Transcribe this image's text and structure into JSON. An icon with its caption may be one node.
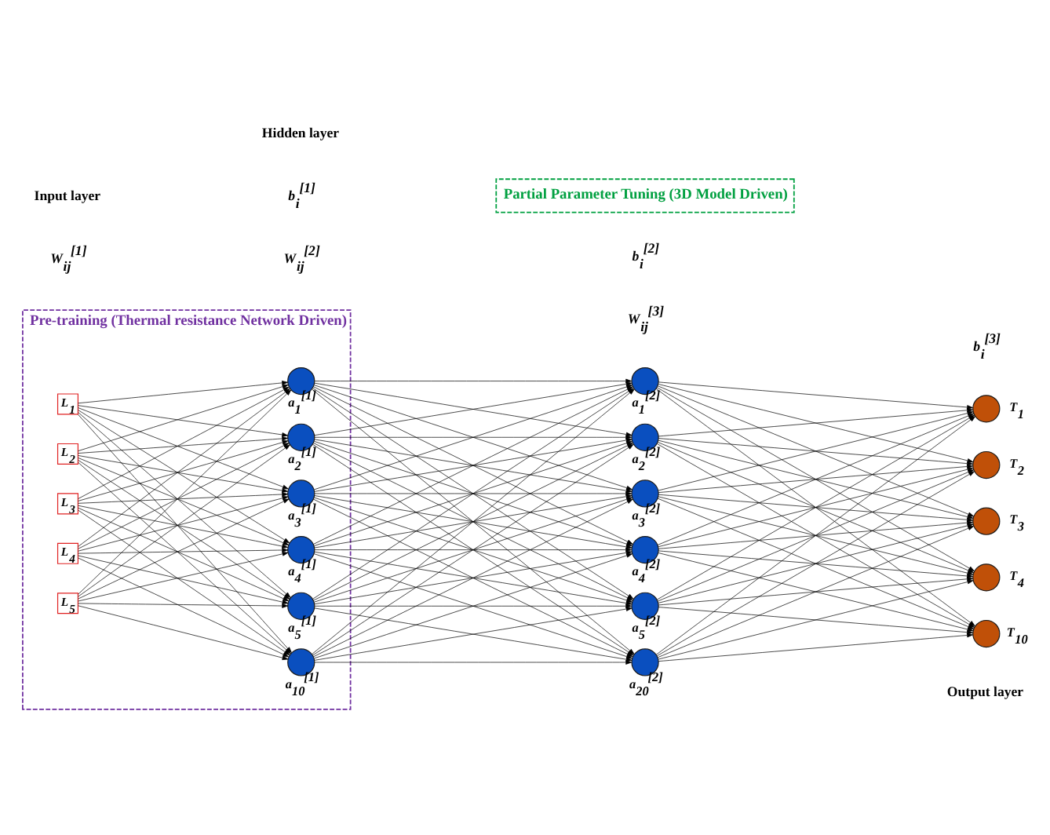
{
  "diagram": {
    "nodes": [
      {
        "text": [
          "Pre-training (Thermal resistance Network Driven)"
        ]
      },
      {
        "text": [
          "Partial Parameter Tuning (3D Model Driven)"
        ]
      },
      {
        "text": [
          "L$_{1}$"
        ],
        "in": 0
      },
      {
        "text": [
          "L$_{2}$"
        ],
        "in": 0
      },
      {
        "text": [
          "L$_{3}$"
        ],
        "in": 0
      },
      {
        "text": [
          "L$_{4}$"
        ],
        "in": 0
      },
      {
        "text": [
          "L$_{5}$"
        ],
        "in": 0
      },
      {
        "text": [],
        "shape": "circle",
        "beside": [
          "a$_{1}$$^{[1]}$"
        ],
        "in": 0
      },
      {
        "text": [],
        "shape": "circle",
        "beside": [
          "a$_{2}$$^{[1]}$"
        ],
        "in": 0
      },
      {
        "text": [],
        "shape": "circle",
        "beside": [
          "a$_{3}$$^{[1]}$"
        ],
        "in": 0
      },
      {
        "text": [],
        "shape": "circle",
        "beside": [
          "a$_{4}$$^{[1]}$"
        ],
        "in": 0
      },
      {
        "text": [],
        "shape": "circle",
        "beside": [
          "a$_{5}$$^{[1]}$"
        ],
        "in": 0
      },
      {
        "text": [],
        "shape": "circle",
        "beside": [
          "a$_{10}$$^{[1]}$"
        ],
        "in": 0
      },
      {
        "text": [],
        "shape": "circle",
        "beside": [
          "a$_{1}$$^{[2]}$"
        ]
      },
      {
        "text": [],
        "shape": "circle",
        "beside": [
          "a$_{2}$$^{[2]}$"
        ]
      },
      {
        "text": [],
        "shape": "circle",
        "beside": [
          "a$_{3}$$^{[2]}$"
        ]
      },
      {
        "text": [],
        "shape": "circle",
        "beside": [
          "a$_{4}$$^{[2]}$"
        ]
      },
      {
        "text": [],
        "shape": "circle",
        "beside": [
          "a$_{5}$$^{[2]}$"
        ]
      },
      {
        "text": [],
        "shape": "circle",
        "beside": [
          "a$_{20}$$^{[2]}$"
        ]
      },
      {
        "text": [],
        "shape": "circle",
        "beside": [
          "T$_{1}$"
        ]
      },
      {
        "text": [],
        "shape": "circle",
        "beside": [
          "T$_{2}$"
        ]
      },
      {
        "text": [],
        "shape": "circle",
        "beside": [
          "T$_{3}$"
        ]
      },
      {
        "text": [],
        "shape": "circle",
        "beside": [
          "T$_{4}$"
        ]
      },
      {
        "text": [],
        "shape": "circle",
        "beside": [
          "T$_{10}$"
        ]
      }
    ],
    "edges": [
      {
        "from": 2,
        "to": 7,
        "arrow": "to"
      },
      {
        "from": 2,
        "to": 8,
        "arrow": "to"
      },
      {
        "from": 2,
        "to": 9,
        "arrow": "to"
      },
      {
        "from": 2,
        "to": 10,
        "arrow": "to"
      },
      {
        "from": 2,
        "to": 11,
        "arrow": "to"
      },
      {
        "from": 2,
        "to": 12,
        "arrow": "to"
      },
      {
        "from": 3,
        "to": 7,
        "arrow": "to"
      },
      {
        "from": 3,
        "to": 8,
        "arrow": "to"
      },
      {
        "from": 3,
        "to": 9,
        "arrow": "to"
      },
      {
        "from": 3,
        "to": 10,
        "arrow": "to"
      },
      {
        "from": 3,
        "to": 11,
        "arrow": "to"
      },
      {
        "from": 3,
        "to": 12,
        "arrow": "to"
      },
      {
        "from": 4,
        "to": 7,
        "arrow": "to"
      },
      {
        "from": 4,
        "to": 8,
        "arrow": "to"
      },
      {
        "from": 4,
        "to": 9,
        "arrow": "to"
      },
      {
        "from": 4,
        "to": 10,
        "arrow": "to"
      },
      {
        "from": 4,
        "to": 11,
        "arrow": "to"
      },
      {
        "from": 4,
        "to": 12,
        "arrow": "to"
      },
      {
        "from": 5,
        "to": 7,
        "arrow": "to"
      },
      {
        "from": 5,
        "to": 8,
        "arrow": "to"
      },
      {
        "from": 5,
        "to": 9,
        "arrow": "to"
      },
      {
        "from": 5,
        "to": 10,
        "arrow": "to"
      },
      {
        "from": 5,
        "to": 11,
        "arrow": "to"
      },
      {
        "from": 5,
        "to": 12,
        "arrow": "to"
      },
      {
        "from": 6,
        "to": 7,
        "arrow": "to"
      },
      {
        "from": 6,
        "to": 8,
        "arrow": "to"
      },
      {
        "from": 6,
        "to": 9,
        "arrow": "to"
      },
      {
        "from": 6,
        "to": 10,
        "arrow": "to"
      },
      {
        "from": 6,
        "to": 11,
        "arrow": "to"
      },
      {
        "from": 6,
        "to": 12,
        "arrow": "to"
      },
      {
        "from": 7,
        "to": 13,
        "arrow": "to"
      },
      {
        "from": 7,
        "to": 14,
        "arrow": "to"
      },
      {
        "from": 7,
        "to": 15,
        "arrow": "to"
      },
      {
        "from": 7,
        "to": 16,
        "arrow": "to"
      },
      {
        "from": 7,
        "to": 17,
        "arrow": "to"
      },
      {
        "from": 7,
        "to": 18,
        "arrow": "to"
      },
      {
        "from": 8,
        "to": 13,
        "arrow": "to"
      },
      {
        "from": 8,
        "to": 14,
        "arrow": "to"
      },
      {
        "from": 8,
        "to": 15,
        "arrow": "to"
      },
      {
        "from": 8,
        "to": 16,
        "arrow": "to"
      },
      {
        "from": 8,
        "to": 17,
        "arrow": "to"
      },
      {
        "from": 8,
        "to": 18,
        "arrow": "to"
      },
      {
        "from": 9,
        "to": 13,
        "arrow": "to"
      },
      {
        "from": 9,
        "to": 14,
        "arrow": "to"
      },
      {
        "from": 9,
        "to": 15,
        "arrow": "to"
      },
      {
        "from": 9,
        "to": 16,
        "arrow": "to"
      },
      {
        "from": 9,
        "to": 17,
        "arrow": "to"
      },
      {
        "from": 9,
        "to": 18,
        "arrow": "to"
      },
      {
        "from": 10,
        "to": 13,
        "arrow": "to"
      },
      {
        "from": 10,
        "to": 14,
        "arrow": "to"
      },
      {
        "from": 10,
        "to": 15,
        "arrow": "to"
      },
      {
        "from": 10,
        "to": 16,
        "arrow": "to"
      },
      {
        "from": 10,
        "to": 17,
        "arrow": "to"
      },
      {
        "from": 10,
        "to": 18,
        "arrow": "to"
      },
      {
        "from": 11,
        "to": 13,
        "arrow": "to"
      },
      {
        "from": 11,
        "to": 14,
        "arrow": "to"
      },
      {
        "from": 11,
        "to": 15,
        "arrow": "to"
      },
      {
        "from": 11,
        "to": 16,
        "arrow": "to"
      },
      {
        "from": 11,
        "to": 17,
        "arrow": "to"
      },
      {
        "from": 11,
        "to": 18,
        "arrow": "to"
      },
      {
        "from": 12,
        "to": 13,
        "arrow": "to"
      },
      {
        "from": 12,
        "to": 14,
        "arrow": "to"
      },
      {
        "from": 12,
        "to": 15,
        "arrow": "to"
      },
      {
        "from": 12,
        "to": 16,
        "arrow": "to"
      },
      {
        "from": 12,
        "to": 17,
        "arrow": "to"
      },
      {
        "from": 12,
        "to": 18,
        "arrow": "to"
      },
      {
        "from": 13,
        "to": 19,
        "arrow": "to"
      },
      {
        "from": 13,
        "to": 20,
        "arrow": "to"
      },
      {
        "from": 13,
        "to": 21,
        "arrow": "to"
      },
      {
        "from": 13,
        "to": 22,
        "arrow": "to"
      },
      {
        "from": 13,
        "to": 23,
        "arrow": "to"
      },
      {
        "from": 14,
        "to": 19,
        "arrow": "to"
      },
      {
        "from": 14,
        "to": 20,
        "arrow": "to"
      },
      {
        "from": 14,
        "to": 21,
        "arrow": "to"
      },
      {
        "from": 14,
        "to": 22,
        "arrow": "to"
      },
      {
        "from": 14,
        "to": 23,
        "arrow": "to"
      },
      {
        "from": 15,
        "to": 19,
        "arrow": "to"
      },
      {
        "from": 15,
        "to": 20,
        "arrow": "to"
      },
      {
        "from": 15,
        "to": 21,
        "arrow": "to"
      },
      {
        "from": 15,
        "to": 22,
        "arrow": "to"
      },
      {
        "from": 15,
        "to": 23,
        "arrow": "to"
      },
      {
        "from": 16,
        "to": 19,
        "arrow": "to"
      },
      {
        "from": 16,
        "to": 20,
        "arrow": "to"
      },
      {
        "from": 16,
        "to": 21,
        "arrow": "to"
      },
      {
        "from": 16,
        "to": 22,
        "arrow": "to"
      },
      {
        "from": 16,
        "to": 23,
        "arrow": "to"
      },
      {
        "from": 17,
        "to": 19,
        "arrow": "to"
      },
      {
        "from": 17,
        "to": 20,
        "arrow": "to"
      },
      {
        "from": 17,
        "to": 21,
        "arrow": "to"
      },
      {
        "from": 17,
        "to": 22,
        "arrow": "to"
      },
      {
        "from": 17,
        "to": 23,
        "arrow": "to"
      },
      {
        "from": 18,
        "to": 19,
        "arrow": "to"
      },
      {
        "from": 18,
        "to": 20,
        "arrow": "to"
      },
      {
        "from": 18,
        "to": 21,
        "arrow": "to"
      },
      {
        "from": 18,
        "to": 22,
        "arrow": "to"
      },
      {
        "from": 18,
        "to": 23,
        "arrow": "to"
      }
    ],
    "labels": [
      "W$_{ij}$$^{[1]}$",
      "b$_{i}$$^{[1]}$",
      "W$_{ij}$$^{[2]}$",
      "b$_{i}$$^{[2]}$",
      "W$_{ij}$$^{[3]}$",
      "b$_{i}$$^{[3]}$",
      "Input layer",
      "Hidden layer",
      "Output layer"
    ]
  }
}
